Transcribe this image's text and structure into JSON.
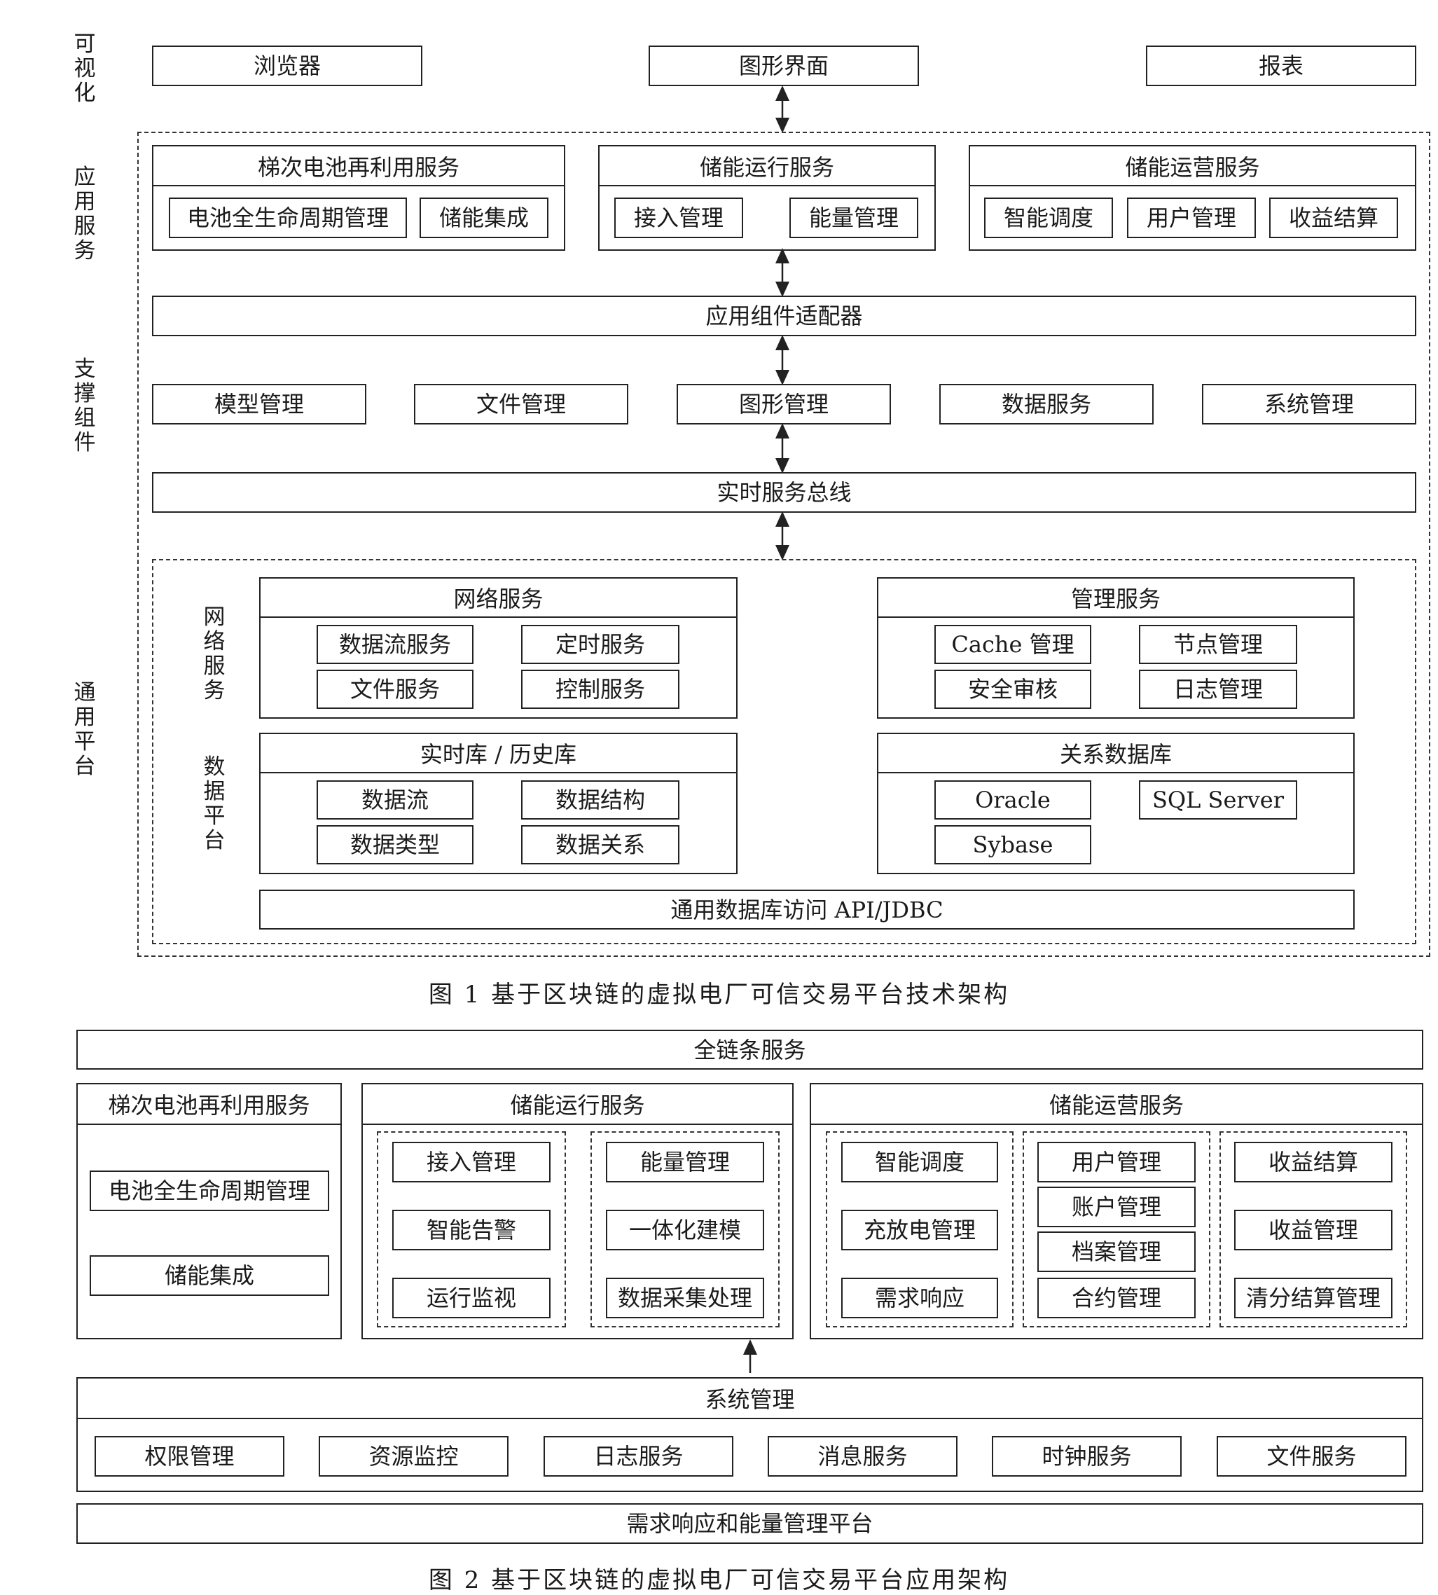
{
  "fig1": {
    "layers": {
      "visual": "可视化",
      "app": "应用服务",
      "support": "支撑组件",
      "platform": "通用平台",
      "net": "网络服务",
      "data": "数据平台"
    },
    "visual_row": [
      "浏览器",
      "图形界面",
      "报表"
    ],
    "app_groups": [
      {
        "title": "梯次电池再利用服务",
        "items": [
          "电池全生命周期管理",
          "储能集成"
        ]
      },
      {
        "title": "储能运行服务",
        "items": [
          "接入管理",
          "能量管理"
        ]
      },
      {
        "title": "储能运营服务",
        "items": [
          "智能调度",
          "用户管理",
          "收益结算"
        ]
      }
    ],
    "adapter": "应用组件适配器",
    "support_row": [
      "模型管理",
      "文件管理",
      "图形管理",
      "数据服务",
      "系统管理"
    ],
    "bus": "实时服务总线",
    "network_service": {
      "title": "网络服务",
      "items": [
        "数据流服务",
        "定时服务",
        "文件服务",
        "控制服务"
      ]
    },
    "manage_service": {
      "title": "管理服务",
      "items": [
        "Cache 管理",
        "节点管理",
        "安全审核",
        "日志管理"
      ]
    },
    "rt_db": {
      "title": "实时库 / 历史库",
      "items": [
        "数据流",
        "数据结构",
        "数据类型",
        "数据关系"
      ]
    },
    "rel_db": {
      "title": "关系数据库",
      "items": [
        "Oracle",
        "SQL Server",
        "Sybase"
      ]
    },
    "db_api": "通用数据库访问 API/JDBC",
    "caption": "图 1  基于区块链的虚拟电厂可信交易平台技术架构"
  },
  "fig2": {
    "top": "全链条服务",
    "group1": {
      "title": "梯次电池再利用服务",
      "items": [
        "电池全生命周期管理",
        "储能集成"
      ]
    },
    "group2": {
      "title": "储能运行服务",
      "col1": [
        "接入管理",
        "智能告警",
        "运行监视"
      ],
      "col2": [
        "能量管理",
        "一体化建模",
        "数据采集处理"
      ]
    },
    "group3": {
      "title": "储能运营服务",
      "col1": [
        "智能调度",
        "充放电管理",
        "需求响应"
      ],
      "col2": [
        "用户管理",
        "账户管理",
        "档案管理",
        "合约管理"
      ],
      "col3": [
        "收益结算",
        "收益管理",
        "清分结算管理"
      ]
    },
    "sys": {
      "title": "系统管理",
      "items": [
        "权限管理",
        "资源监控",
        "日志服务",
        "消息服务",
        "时钟服务",
        "文件服务"
      ]
    },
    "bottom": "需求响应和能量管理平台",
    "caption": "图 2   基于区块链的虚拟电厂可信交易平台应用架构"
  }
}
